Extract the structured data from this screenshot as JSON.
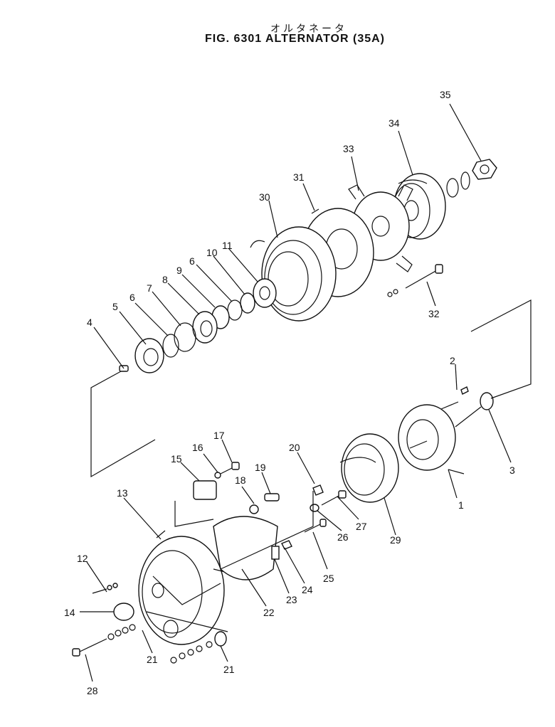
{
  "header": {
    "subtitle_jp": "オルタネータ",
    "title": "FIG. 6301   ALTERNATOR  (35A)"
  },
  "callouts": [
    "1",
    "2",
    "3",
    "4",
    "5",
    "6",
    "6",
    "7",
    "8",
    "9",
    "10",
    "11",
    "12",
    "13",
    "14",
    "15",
    "16",
    "17",
    "18",
    "19",
    "20",
    "21",
    "21",
    "22",
    "23",
    "24",
    "25",
    "26",
    "27",
    "28",
    "29",
    "30",
    "31",
    "32",
    "33",
    "34",
    "35"
  ]
}
